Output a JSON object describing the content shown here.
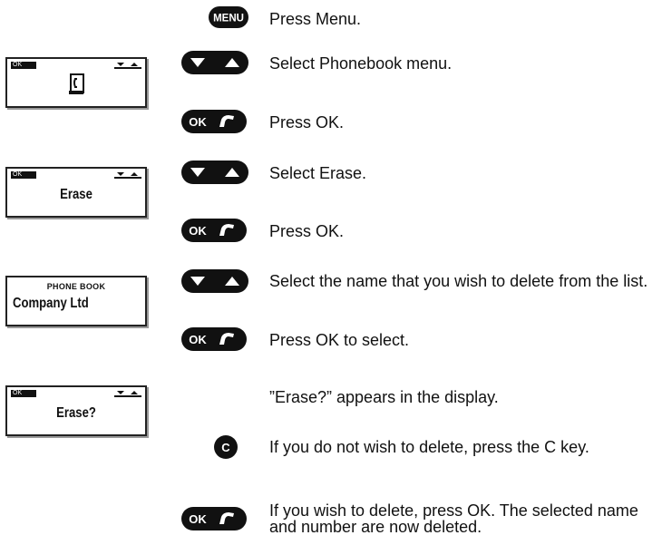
{
  "keys": {
    "menu_label": "MENU",
    "ok_label": "OK",
    "c_label": "C"
  },
  "displays": {
    "ok_tag": "OK",
    "erase_label": "Erase",
    "phonebook_header": "PHONE BOOK",
    "phonebook_entry": "Company Ltd",
    "erase_confirm_label": "Erase?"
  },
  "steps": [
    {
      "key": "menu-icon",
      "text": "Press Menu."
    },
    {
      "key": "navigation-arrows-icon",
      "display": "phonebook-icon-display",
      "text": "Select Phonebook menu."
    },
    {
      "key": "ok-call-icon",
      "text": "Press OK."
    },
    {
      "key": "navigation-arrows-icon",
      "display": "erase-display",
      "text": "Select Erase."
    },
    {
      "key": "ok-call-icon",
      "text": "Press OK."
    },
    {
      "key": "navigation-arrows-icon",
      "display": "phonebook-display",
      "text": "Select the name that you wish to delete from the list."
    },
    {
      "key": "ok-call-icon",
      "text": "Press OK to select."
    },
    {
      "key": "",
      "display": "erase-confirm-display",
      "text": "”Erase?” appears in the display."
    },
    {
      "key": "c-key-icon",
      "text": "If you do not wish to delete, press the C key."
    },
    {
      "key": "ok-call-icon",
      "text": "If you wish to delete, press OK. The selected name and number are now deleted."
    }
  ]
}
